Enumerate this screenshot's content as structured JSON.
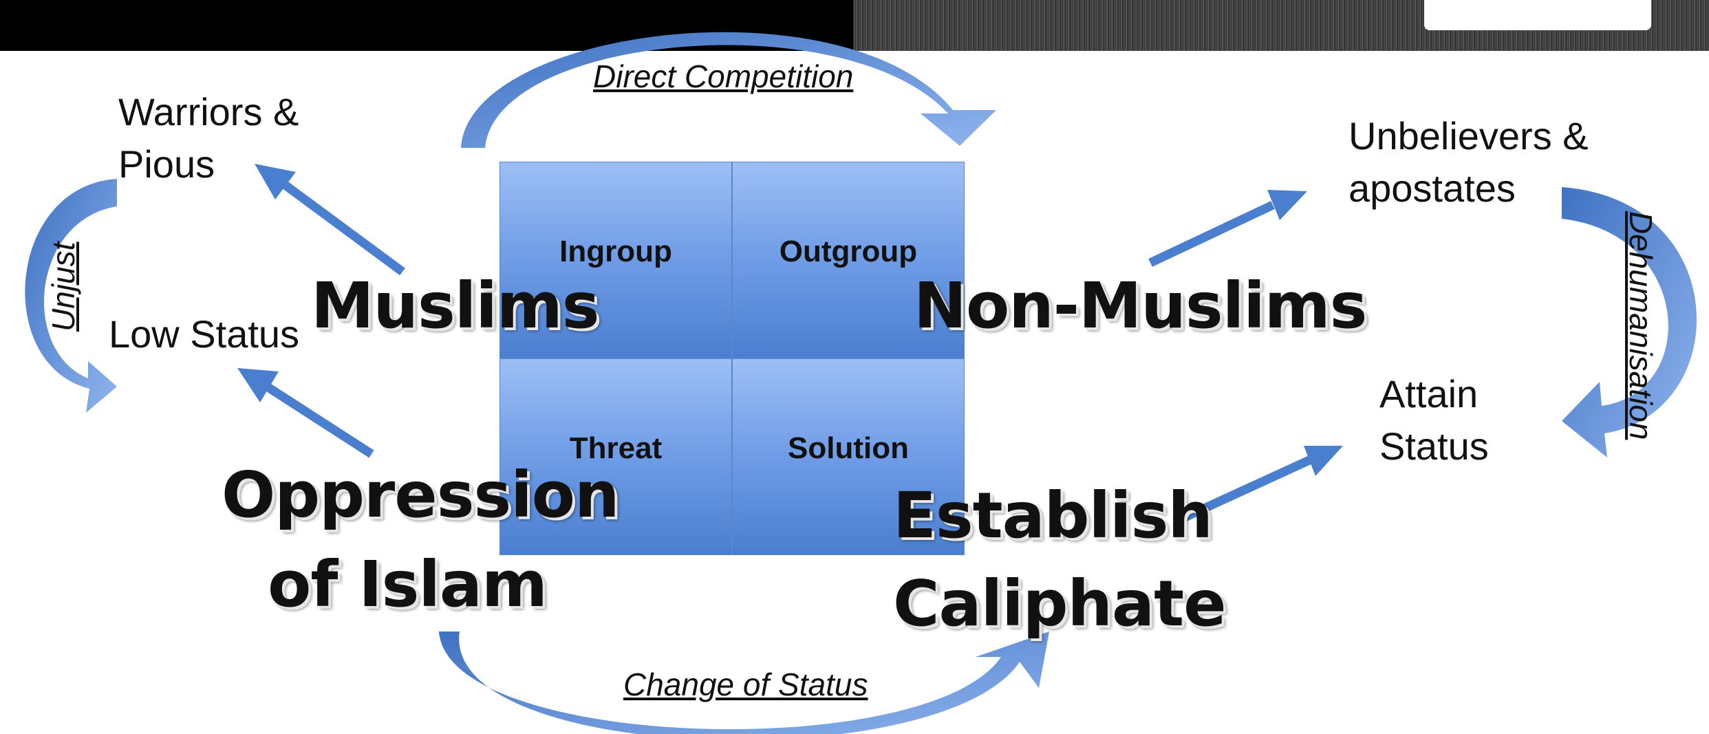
{
  "quadrants": {
    "top_left": "Ingroup",
    "top_right": "Outgroup",
    "bottom_left": "Threat",
    "bottom_right": "Solution"
  },
  "groups": {
    "ingroup_name": "Muslims",
    "outgroup_name": "Non-Muslims",
    "threat_line1": "Oppression",
    "threat_line2": "of Islam",
    "solution_line1": "Establish",
    "solution_line2": "Caliphate"
  },
  "outcomes": {
    "warriors": "Warriors &\nPious",
    "low_status": "Low Status",
    "unbelievers": "Unbelievers &\napostates",
    "attain_status": "Attain\nStatus"
  },
  "relations": {
    "direct_competition": "Direct Competition",
    "change_of_status": "Change of Status",
    "unjust": "Unjust",
    "dehumanisation": "Dehumanisation"
  },
  "colors": {
    "arrow_light": "#8fb4ee",
    "arrow_dark": "#3f72c2",
    "cell_top": "#9dbff5",
    "cell_bottom": "#4a7fcf"
  }
}
